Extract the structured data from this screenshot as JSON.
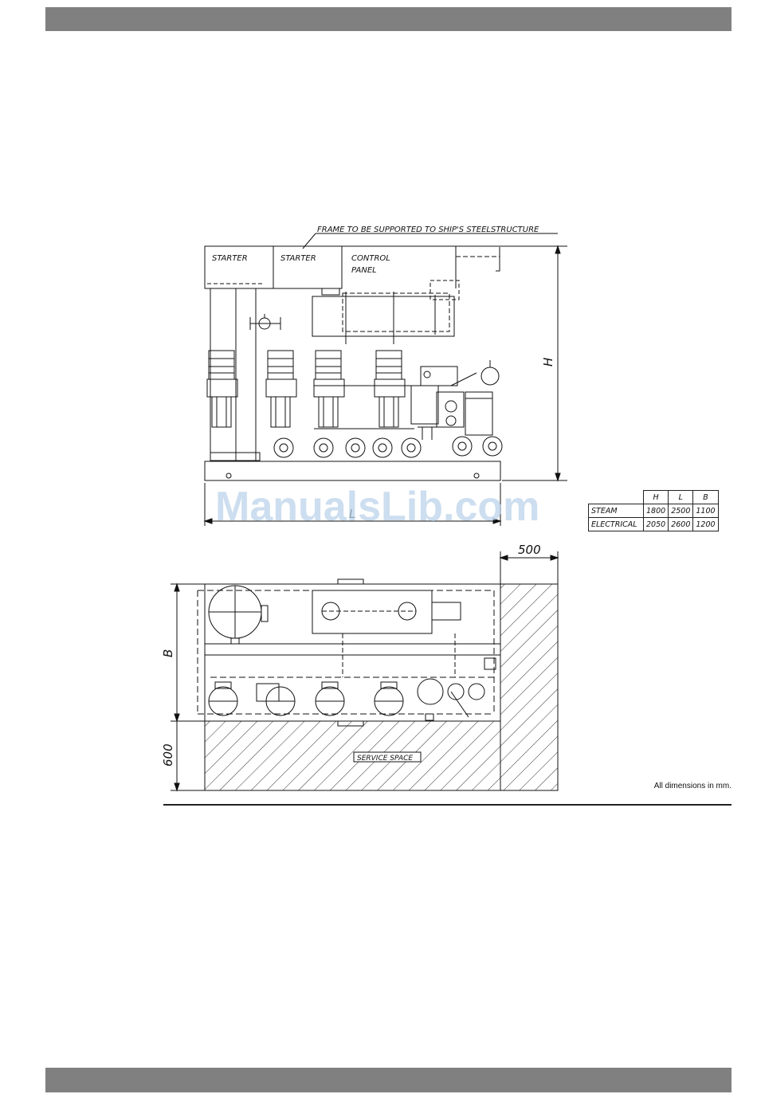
{
  "drawing": {
    "note_frame": "FRAME TO BE SUPPORTED TO SHIP'S STEELSTRUCTURE",
    "starter_1": "STARTER",
    "starter_2": "STARTER",
    "control_1": "CONTROL",
    "control_2": "PANEL",
    "dim_h": "H",
    "dim_l": "L",
    "dim_b": "B",
    "dim_500": "500",
    "dim_600": "600",
    "service_space": "SERVICE SPACE"
  },
  "watermark": "ManualsLib.com",
  "dimensions_table": {
    "headers": [
      "H",
      "L",
      "B"
    ],
    "rows": [
      {
        "label": "STEAM",
        "values": [
          "1800",
          "2500",
          "1100"
        ]
      },
      {
        "label": "ELECTRICAL",
        "values": [
          "2050",
          "2600",
          "1200"
        ]
      }
    ]
  },
  "footnote": "All dimensions in mm.",
  "colors": {
    "bar": "#808080",
    "line": "#111111",
    "watermark": "#bcd3ea"
  }
}
